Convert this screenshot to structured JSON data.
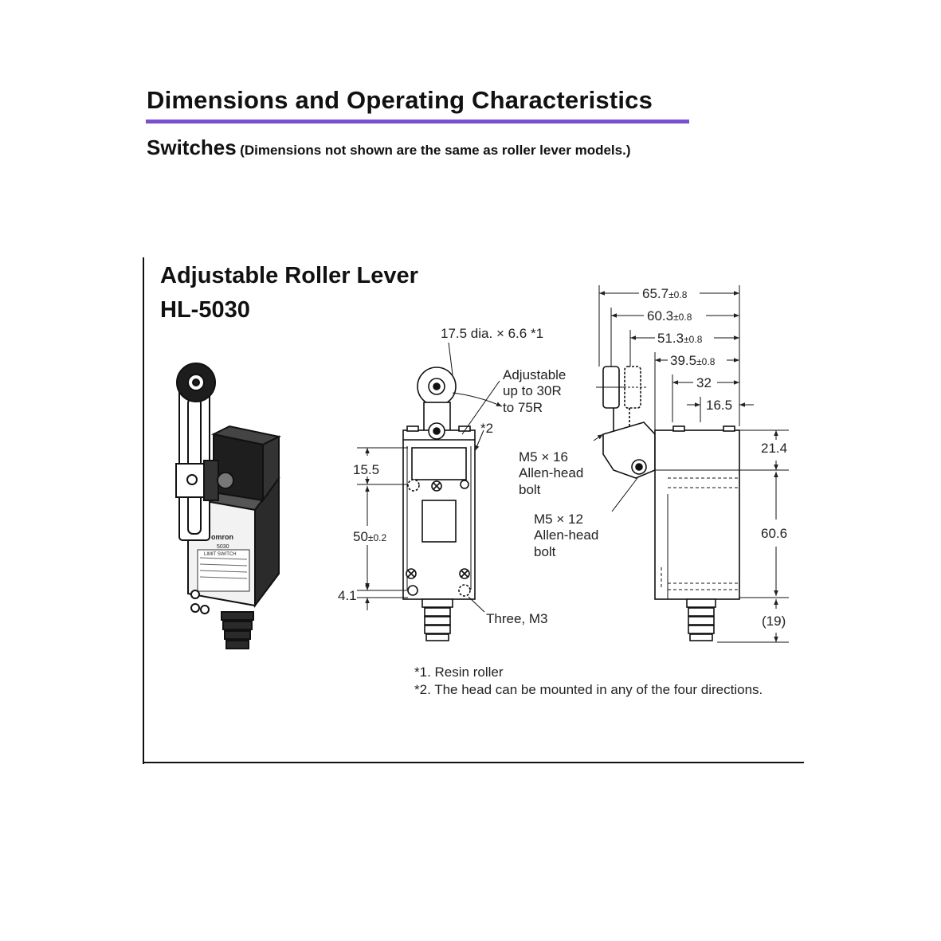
{
  "header": {
    "title": "Dimensions and Operating Characteristics",
    "subtitle": "Switches",
    "subtitle_note": "(Dimensions not shown are the same as roller lever models.)"
  },
  "panel": {
    "title": "Adjustable Roller Lever",
    "model": "HL-5030"
  },
  "product_label": {
    "brand": "omron",
    "model": "5030",
    "type": "LIMIT SWITCH"
  },
  "front_view": {
    "roller_note": "17.5 dia. × 6.6 *1",
    "adjustable": [
      "Adjustable",
      "up to 30R",
      "to 75R"
    ],
    "head_note": "*2",
    "dim_top": "15.5",
    "dim_mid": "50",
    "dim_mid_tol": "±0.2",
    "dim_bottom": "4.1",
    "holes": "Three, M3"
  },
  "bolts": {
    "bolt1": [
      "M5 × 16",
      "Allen-head",
      "bolt"
    ],
    "bolt2": [
      "M5 × 12",
      "Allen-head",
      "bolt"
    ]
  },
  "side_view": {
    "d1": "65.7",
    "d1_tol": "±0.8",
    "d2": "60.3",
    "d2_tol": "±0.8",
    "d3": "51.3",
    "d3_tol": "±0.8",
    "d4": "39.5",
    "d4_tol": "±0.8",
    "d5": "32",
    "d6": "16.5",
    "r1": "21.4",
    "r2": "60.6",
    "r3": "(19)"
  },
  "notes": [
    "*1. Resin roller",
    "*2. The head can be mounted in any of the four directions."
  ]
}
